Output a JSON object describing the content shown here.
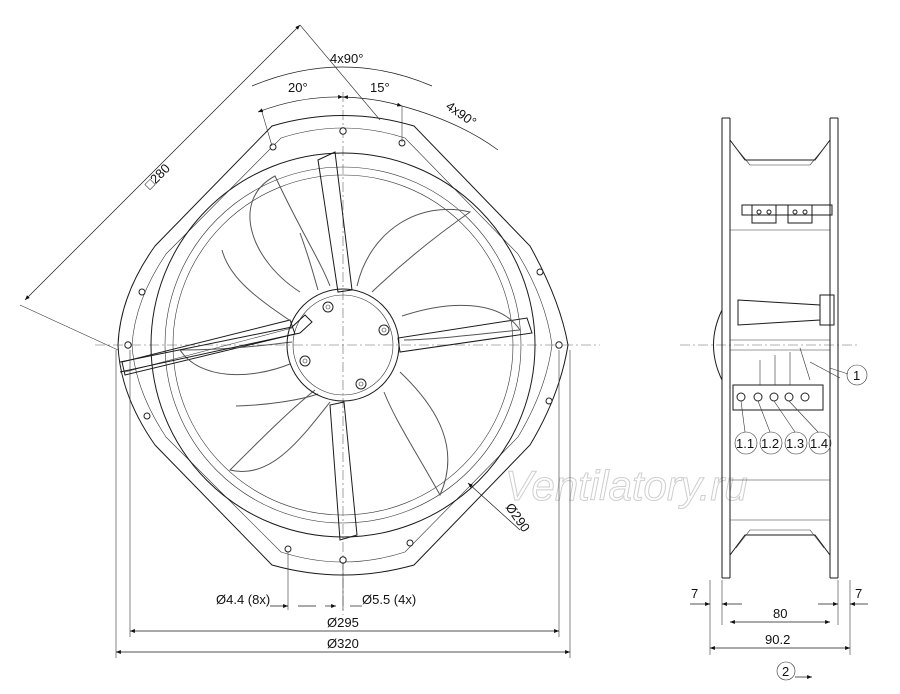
{
  "front_view": {
    "dim_square": "□280",
    "angle_outer": "4x90°",
    "angle_left": "20°",
    "angle_right": "15°",
    "angle_side": "4x90°",
    "dim_blade": "Ø290",
    "hole_small": "Ø4.4 (8x)",
    "hole_large": "Ø5.5 (4x)",
    "dia_mount": "Ø295",
    "dia_outer": "Ø320"
  },
  "side_view": {
    "dim_left": "7",
    "dim_mid": "80",
    "dim_right": "7",
    "dim_total": "90.2",
    "callout_connector": "1",
    "callout_airflow": "2",
    "terminals": [
      "1.1",
      "1.2",
      "1.3",
      "1.4"
    ]
  },
  "watermark": "Ventilatory.ru"
}
